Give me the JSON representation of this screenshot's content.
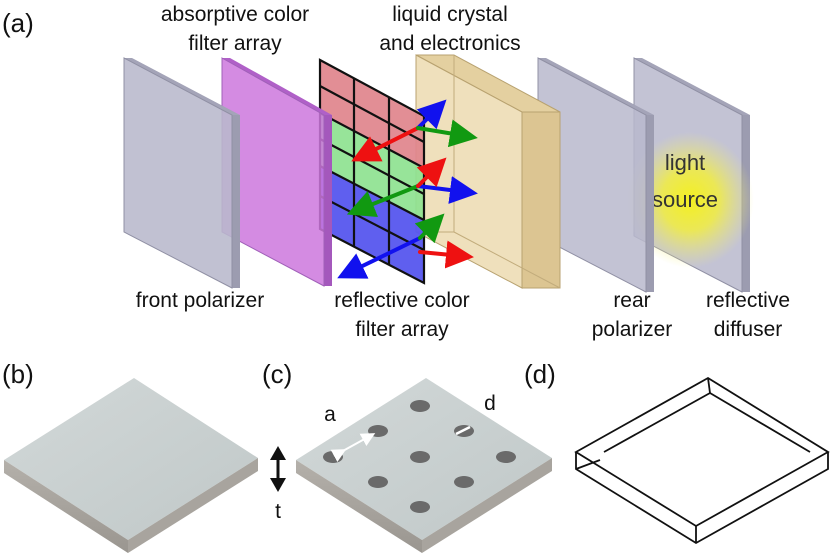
{
  "panels": {
    "a": "(a)",
    "b": "(b)",
    "c": "(c)",
    "d": "(d)"
  },
  "labels": {
    "absorptive_line1": "absorptive color",
    "absorptive_line2": "filter array",
    "liquid_line1": "liquid crystal",
    "liquid_line2": "and electronics",
    "front_polarizer": "front polarizer",
    "reflective_line1": "reflective color",
    "reflective_line2": "filter array",
    "rear_line1": "rear",
    "rear_line2": "polarizer",
    "diffuser_line1": "reflective",
    "diffuser_line2": "diffuser",
    "light_line1": "light",
    "light_line2": "source",
    "slab_thickness": "t",
    "hole_spacing": "a",
    "hole_diameter": "d"
  },
  "colors": {
    "polarizer": "#b9b9cc",
    "absorptive_filter": "#cc77dd",
    "filter_red": "#e0848c",
    "filter_green": "#88e08c",
    "filter_blue": "#5555ee",
    "liquid_crystal": "#e8d4a4",
    "light_glow": "#f0ec30",
    "slab": "#c8cfd0",
    "arrow_red": "#ee1111",
    "arrow_green": "#119911",
    "arrow_blue": "#1111ee"
  }
}
